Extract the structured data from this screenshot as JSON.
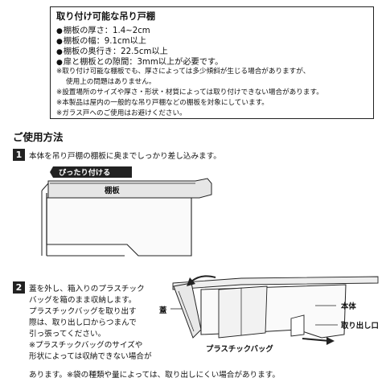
{
  "compat": {
    "title": "取り付け可能な吊り戸棚",
    "specs": [
      "棚板の厚さ：1.4~2cm",
      "棚板の幅：9.1cm以上",
      "棚板の奥行き：22.5cm以上",
      "扉と棚板との隙間：3mm以上が必要です。"
    ],
    "notes": [
      "※取り付け可能な棚板でも、厚さによっては多少傾斜が生じる場合がありますが、",
      "使用上の問題はありません。",
      "※設置場所のサイズや厚さ・形状・材質によっては取り付けできない場合があります。",
      "※本製品は屋内の一般的な吊り戸棚などの棚板を対象にしています。",
      "※ガラス戸へのご使用はお避けください。"
    ]
  },
  "usage": {
    "heading": "ご使用方法",
    "step1": {
      "number": "1",
      "text": "本体を吊り戸棚の棚板に奥までしっかり差し込みます。",
      "callout": "ぴったり付ける",
      "shelf_label": "棚板"
    },
    "step2": {
      "number": "2",
      "lines": [
        "蓋を外し、箱入りのプラスチック",
        "バッグを箱のまま収納します。",
        "プラスチックバッグを取り出す",
        "際は、取り出し口からつまんで",
        "引っ張ってください。",
        "※プラスチックバッグのサイズや",
        "形状によっては収納できない場合が",
        "あります。※袋の種類や量によっては、取り出しにくい場合があります。"
      ],
      "labels": {
        "lid": "蓋",
        "body": "本体",
        "outlet": "取り出し口",
        "bag": "プラスチックバッグ"
      }
    }
  }
}
